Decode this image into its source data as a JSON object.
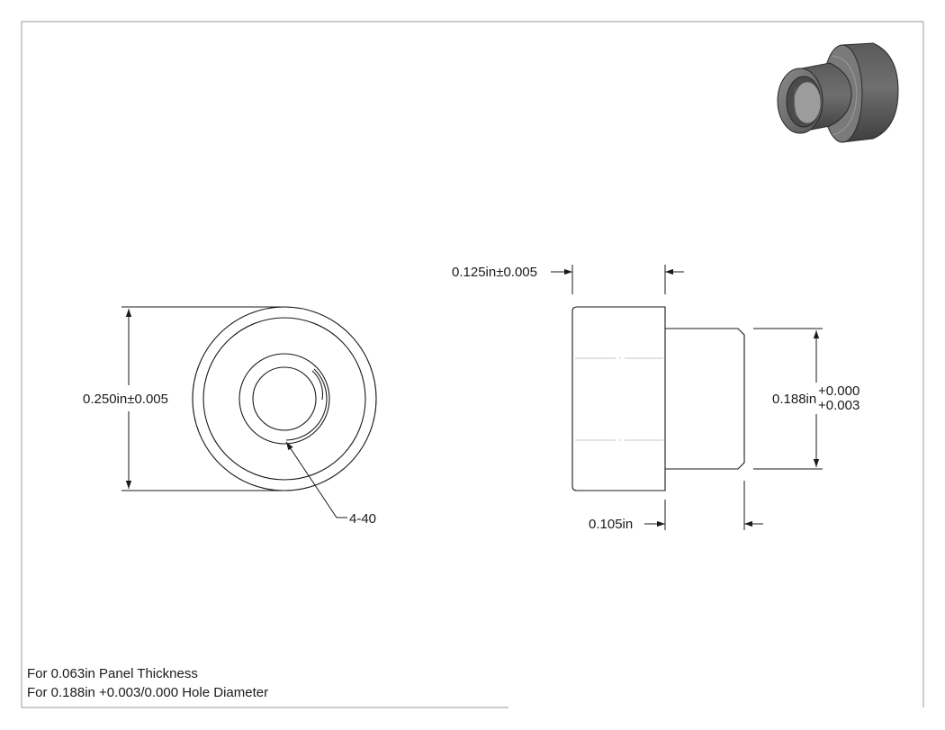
{
  "dimensions": {
    "outer_diameter": "0.250in±0.005",
    "thread": "4-40",
    "flange_thickness": "0.125in±0.005",
    "shank_diameter": "0.188in",
    "shank_tol_upper": "+0.000",
    "shank_tol_lower": "+0.003",
    "shank_length": "0.105in"
  },
  "notes": {
    "line1": "For 0.063in Panel Thickness",
    "line2": "For 0.188in +0.003/0.000 Hole Diameter"
  },
  "colors": {
    "line": "#1a1a1a",
    "frame": "#9a9a9a",
    "part_dark": "#4a4a4a",
    "part_mid": "#6e6e6e",
    "part_light": "#9c9c9c"
  }
}
